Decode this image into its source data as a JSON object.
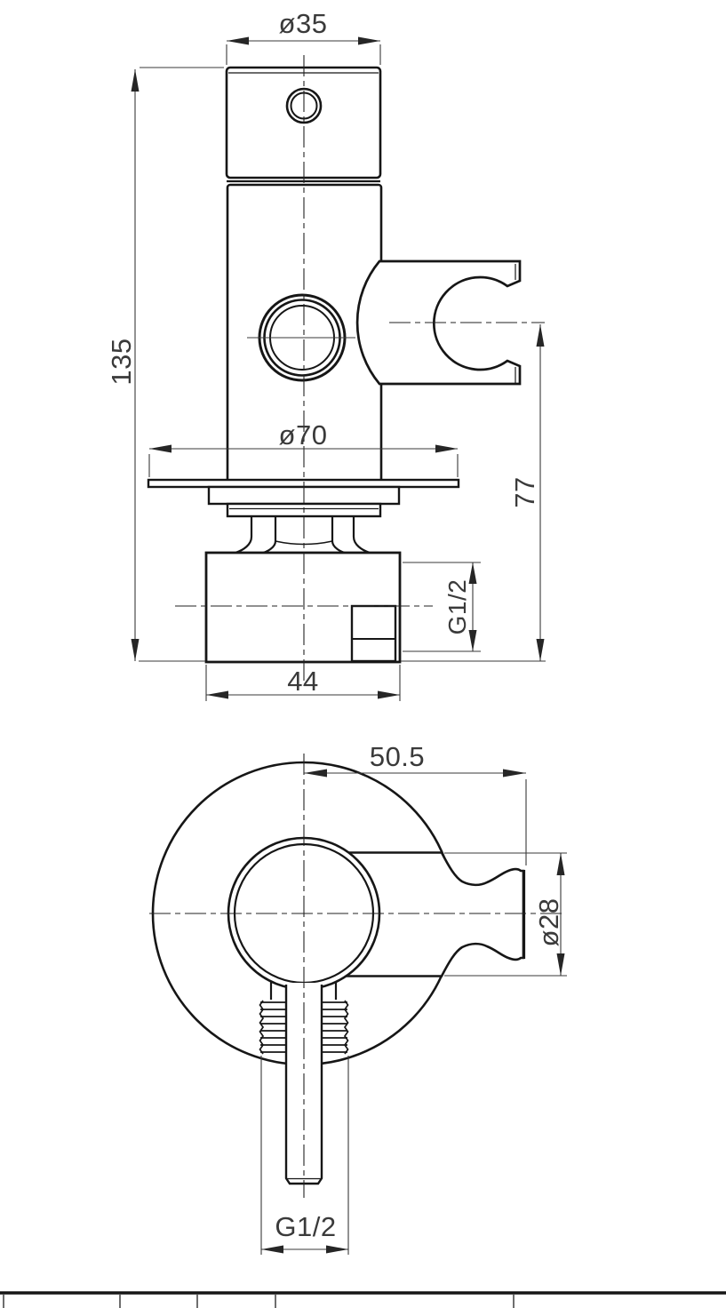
{
  "drawing": {
    "kind": "technical-dimension-drawing",
    "subject": "angle-valve-with-shower-holder",
    "colors": {
      "background": "#ffffff",
      "line": "#161616",
      "dimension": "#3a3a3a"
    },
    "views": {
      "front": {
        "dims": {
          "knob_diameter": "ø35",
          "overall_height": "135",
          "plate_diameter": "ø70",
          "holder_center_height": "77",
          "outlet_thread": "G1/2",
          "body_width": "44"
        }
      },
      "top": {
        "dims": {
          "holder_reach": "50.5",
          "cup_diameter": "ø28",
          "inlet_thread": "G1/2"
        }
      }
    },
    "title_block": {
      "visible_text": ""
    }
  }
}
